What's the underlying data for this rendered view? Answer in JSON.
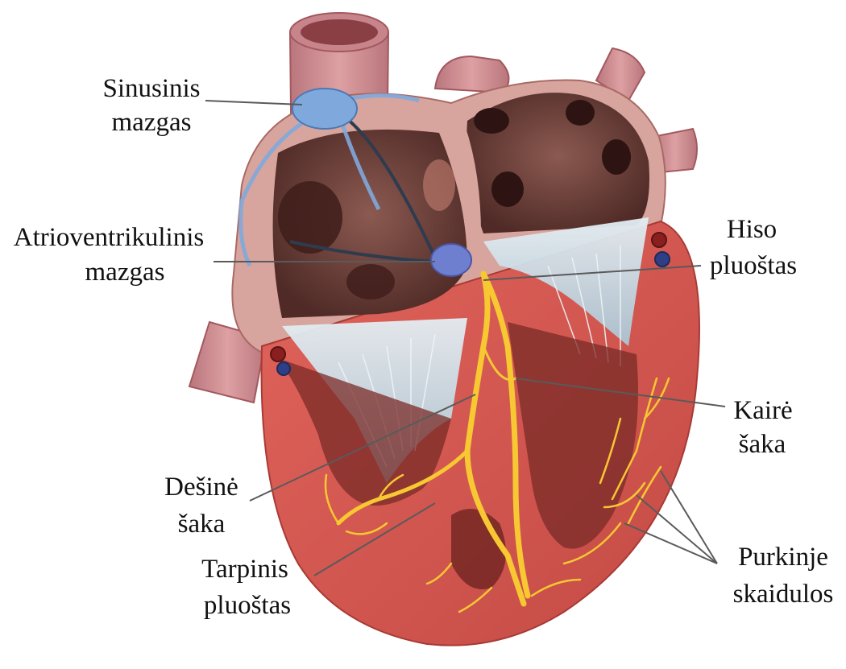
{
  "labels": {
    "sa_node": [
      "Sinusinis",
      "mazgas"
    ],
    "av_node": [
      "Atrioventrikulinis",
      "mazgas"
    ],
    "his_bundle": [
      "Hiso",
      "pluoštas"
    ],
    "left_branch": [
      "Kairė",
      "šaka"
    ],
    "right_branch": [
      "Dešinė",
      "šaka"
    ],
    "moderator_band": [
      "Tarpinis",
      "pluoštas"
    ],
    "purkinje": [
      "Purkinje",
      "skaidulos"
    ]
  },
  "colors": {
    "conduction": "#f7c832",
    "node": "#6f7fd0",
    "sa_node": "#7fa9dc",
    "myocardium": "#d9574f",
    "atrium_wall": "#d7a59d",
    "chamber_interior": "#6e3f39",
    "valve": "#c9dbe5",
    "vessel": "#c98a8f"
  }
}
